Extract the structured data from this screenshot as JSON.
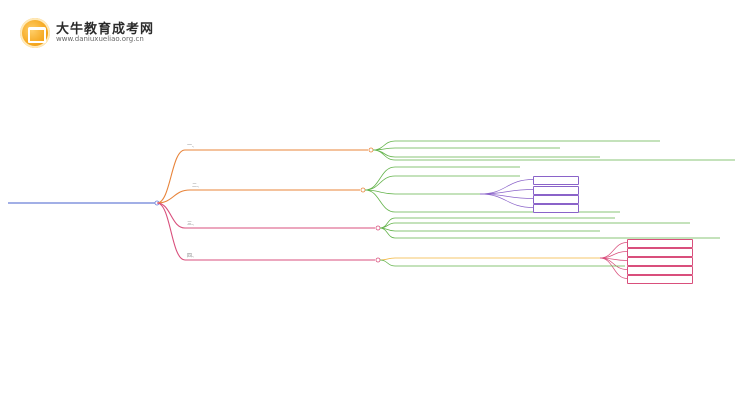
{
  "brand": {
    "title": "大牛教育成考网",
    "url": "www.daniuxueliao.org.cn",
    "accent": "#f4a419"
  },
  "colors": {
    "root": "#6b7fd7",
    "branch_orange": "#e8843a",
    "branch_green": "#63b34a",
    "branch_purple": "#8a63c9",
    "branch_pink": "#d94f7c",
    "branch_yellow": "#f0b53a",
    "line_grey": "#b8b8b8"
  },
  "root": {
    "label": ""
  },
  "branches": [
    {
      "ordinal": "一、",
      "label": "",
      "color": "#e8843a",
      "children": [
        {
          "label": "",
          "color": "#63b34a"
        },
        {
          "label": "",
          "color": "#63b34a"
        },
        {
          "label": "",
          "color": "#63b34a"
        },
        {
          "label": "",
          "color": "#63b34a"
        }
      ]
    },
    {
      "ordinal": "二、",
      "label": "",
      "color": "#e8843a",
      "children": [
        {
          "label": "",
          "color": "#63b34a"
        },
        {
          "label": "",
          "color": "#63b34a"
        },
        {
          "label": "",
          "color": "#63b34a",
          "sub": [
            {
              "label": "",
              "color": "#8a63c9"
            },
            {
              "label": "",
              "color": "#8a63c9"
            },
            {
              "label": "",
              "color": "#8a63c9"
            },
            {
              "label": "",
              "color": "#8a63c9"
            }
          ]
        },
        {
          "label": "",
          "color": "#63b34a"
        }
      ]
    },
    {
      "ordinal": "三、",
      "label": "",
      "color": "#d94f7c",
      "children": [
        {
          "label": "",
          "color": "#63b34a"
        },
        {
          "label": "",
          "color": "#63b34a"
        },
        {
          "label": "",
          "color": "#63b34a"
        },
        {
          "label": "",
          "color": "#63b34a"
        }
      ]
    },
    {
      "ordinal": "四、",
      "label": "",
      "color": "#d94f7c",
      "children": [
        {
          "label": "",
          "color": "#f0b53a",
          "sub": [
            {
              "label": "",
              "color": "#d94f7c"
            },
            {
              "label": "",
              "color": "#d94f7c"
            },
            {
              "label": "",
              "color": "#d94f7c"
            },
            {
              "label": "",
              "color": "#d94f7c"
            },
            {
              "label": "",
              "color": "#d94f7c"
            }
          ]
        },
        {
          "label": "",
          "color": "#63b34a"
        }
      ]
    }
  ]
}
